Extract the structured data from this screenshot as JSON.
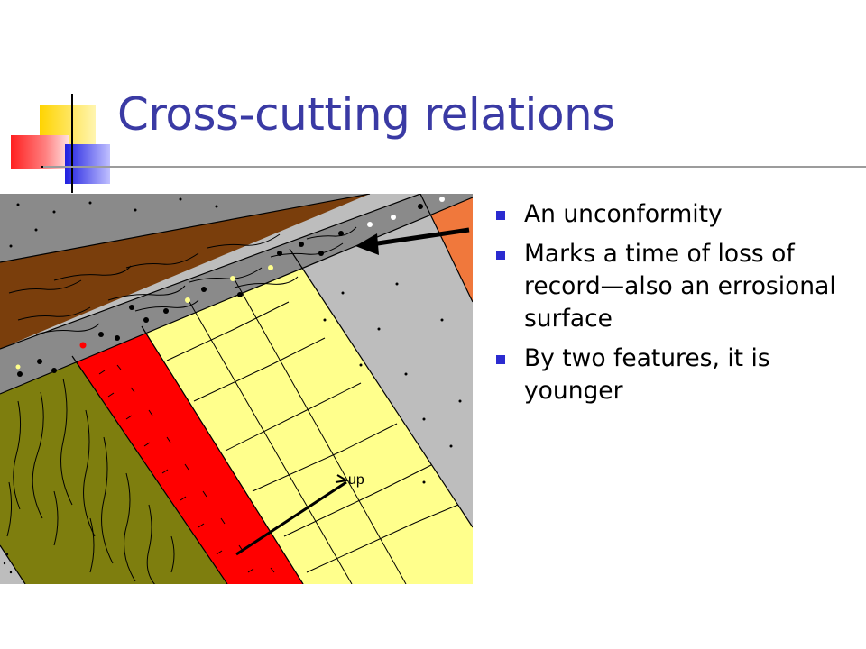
{
  "slide": {
    "title": "Cross-cutting relations",
    "bullets": [
      "An unconformity",
      "Marks a time of loss of record—also an errosional surface",
      "By two features, it is younger"
    ]
  },
  "figure": {
    "arrow_label": "up",
    "colors": {
      "conglomerate": "#8a8a8a",
      "speckled_gray": "#bdbdbd",
      "brown": "#7a3e0c",
      "olive": "#7e7e0e",
      "red": "#ff0000",
      "pale_yellow": "#ffff8c",
      "orange": "#f0783c",
      "title": "#3a3aa4",
      "bullet": "#2b2bd0"
    }
  }
}
